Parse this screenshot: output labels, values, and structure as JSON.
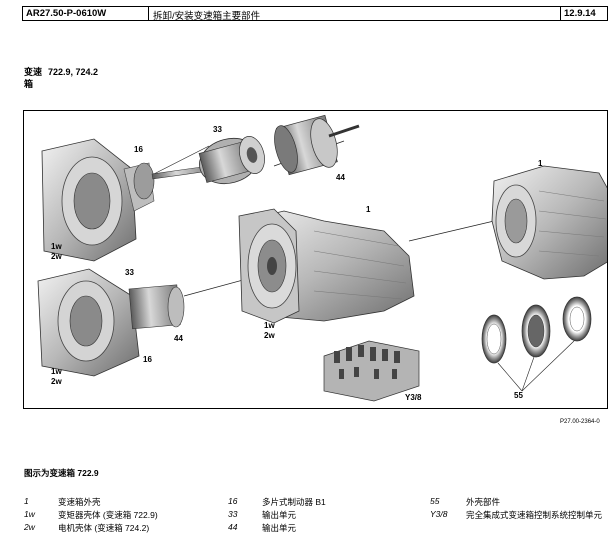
{
  "header": {
    "doc_code": "AR27.50-P-0610W",
    "title": "拆卸/安装变速箱主要部件",
    "date": "12.9.14"
  },
  "section": {
    "label_line1": "变速",
    "label_line2": "箱",
    "models": "722.9, 724.2"
  },
  "figure": {
    "callouts": {
      "c16_top": "16",
      "c33_top": "33",
      "c44_top": "44",
      "c1_right": "1",
      "c1_center": "1",
      "c1w_left_top": "1w",
      "c2w_left_top": "2w",
      "c33_left": "33",
      "c44_left": "44",
      "c16_left": "16",
      "c1w_left_bottom": "1w",
      "c2w_left_bottom": "2w",
      "c1w_center": "1w",
      "c2w_center": "2w",
      "cY38": "Y3/8",
      "c55": "55"
    },
    "reference": "P27.00-2364-0"
  },
  "caption": "图示为变速箱 722.9",
  "legend": [
    {
      "key": "1",
      "text": "变速箱外壳"
    },
    {
      "key": "1w",
      "text": "变矩器壳体 (变速箱 722.9)"
    },
    {
      "key": "2w",
      "text": "电机壳体 (变速箱 724.2)"
    },
    {
      "key": "16",
      "text": "多片式制动器 B1"
    },
    {
      "key": "33",
      "text": "输出单元"
    },
    {
      "key": "44",
      "text": "输出单元"
    },
    {
      "key": "55",
      "text": "外壳部件"
    },
    {
      "key": "Y3/8",
      "text": "完全集成式变速箱控制系统控制单元"
    }
  ]
}
